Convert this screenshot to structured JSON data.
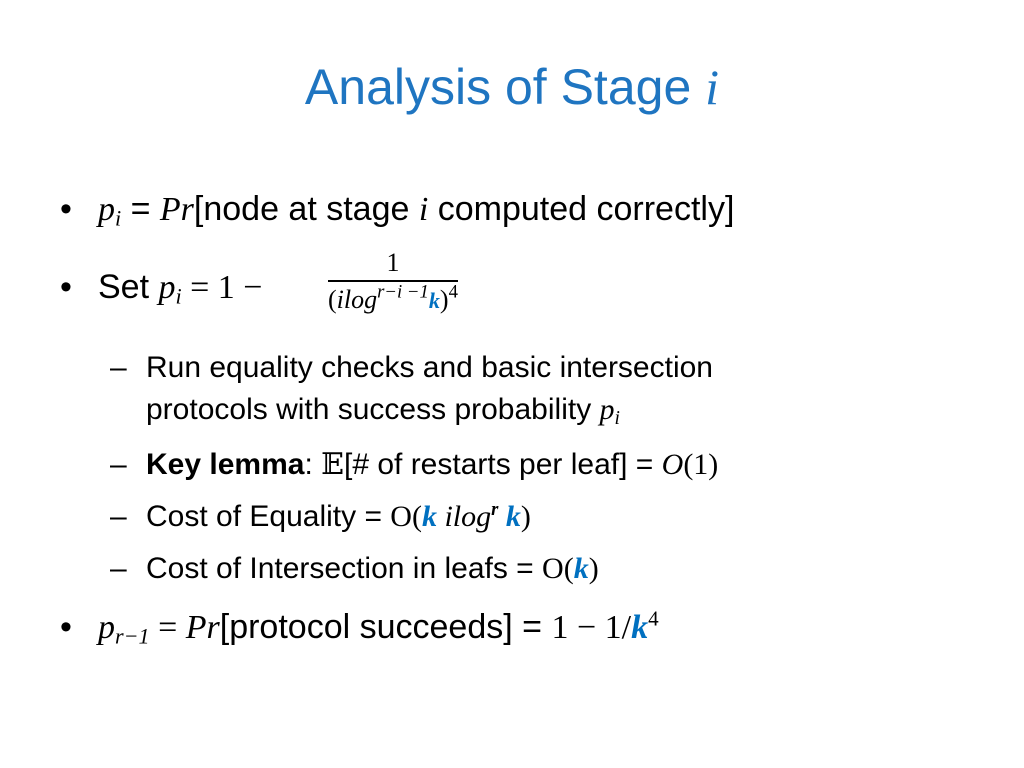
{
  "title": {
    "text": "Analysis of Stage ",
    "var": "i"
  },
  "bullets": {
    "b1": {
      "p": "p",
      "p_sub": "i",
      "eq": " = ",
      "pr": "Pr",
      "bracket": "[node at stage ",
      "var": "i",
      "rest": " computed correctly]"
    },
    "b2": {
      "set": "Set ",
      "p": "p",
      "p_sub": "i",
      "eq": " = 1  −",
      "num": "1",
      "den_open": "(",
      "den_var": "ilog",
      "den_exp": "r−i −1",
      "den_k": "k",
      "den_close": ")",
      "den_pow": "4"
    },
    "sub1": {
      "text1": "Run equality checks and basic intersection",
      "text2": "protocols with success probability ",
      "p": "p",
      "p_sub": "i"
    },
    "sub2": {
      "bold": "Key lemma",
      "colon": ":  ",
      "E": "𝔼",
      "text": "[# of restarts per leaf] = ",
      "O": "O",
      "arg": "(1)"
    },
    "sub3": {
      "text": "Cost of Equality = ",
      "O": "O(",
      "k1": "k",
      "ilog": " ilog",
      "r": "r",
      "k2": " k",
      "close": ")"
    },
    "sub4": {
      "text": "Cost of Intersection in leafs = ",
      "O": "O(",
      "k": "k",
      "close": ")"
    },
    "b3": {
      "p": "p",
      "p_sub": "r−1",
      "eq": " = ",
      "pr": "Pr",
      "text": "[protocol succeeds] = ",
      "one": "1  − 1/",
      "k": "k",
      "pow": "4"
    }
  },
  "bullet_char": "•",
  "dash_char": "–",
  "colors": {
    "title": "#1f75c1",
    "accent": "#0070c0"
  }
}
